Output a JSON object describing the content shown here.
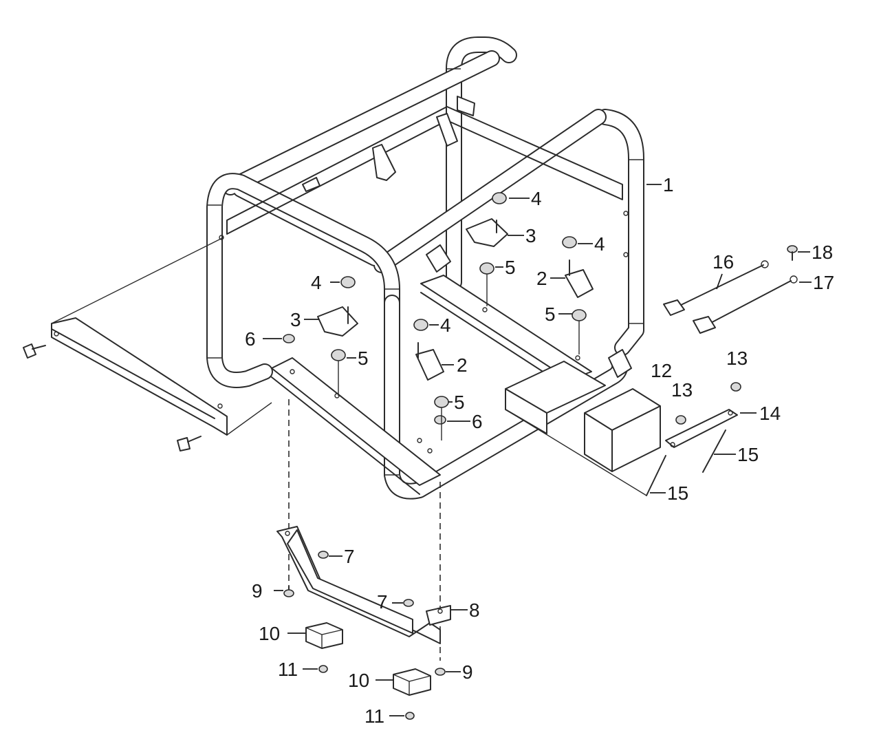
{
  "callouts": [
    {
      "id": "c1",
      "text": "1"
    },
    {
      "id": "c2a",
      "text": "2"
    },
    {
      "id": "c2b",
      "text": "2"
    },
    {
      "id": "c3a",
      "text": "3"
    },
    {
      "id": "c3b",
      "text": "3"
    },
    {
      "id": "c4a",
      "text": "4"
    },
    {
      "id": "c4b",
      "text": "4"
    },
    {
      "id": "c4c",
      "text": "4"
    },
    {
      "id": "c4d",
      "text": "4"
    },
    {
      "id": "c5a",
      "text": "5"
    },
    {
      "id": "c5b",
      "text": "5"
    },
    {
      "id": "c5c",
      "text": "5"
    },
    {
      "id": "c5d",
      "text": "5"
    },
    {
      "id": "c6a",
      "text": "6"
    },
    {
      "id": "c6b",
      "text": "6"
    },
    {
      "id": "c7a",
      "text": "7"
    },
    {
      "id": "c7b",
      "text": "7"
    },
    {
      "id": "c8",
      "text": "8"
    },
    {
      "id": "c9a",
      "text": "9"
    },
    {
      "id": "c9b",
      "text": "9"
    },
    {
      "id": "c10a",
      "text": "10"
    },
    {
      "id": "c10b",
      "text": "10"
    },
    {
      "id": "c11a",
      "text": "11"
    },
    {
      "id": "c11b",
      "text": "11"
    },
    {
      "id": "c12",
      "text": "12"
    },
    {
      "id": "c13a",
      "text": "13"
    },
    {
      "id": "c13b",
      "text": "13"
    },
    {
      "id": "c14",
      "text": "14"
    },
    {
      "id": "c15a",
      "text": "15"
    },
    {
      "id": "c15b",
      "text": "15"
    },
    {
      "id": "c16",
      "text": "16"
    },
    {
      "id": "c17",
      "text": "17"
    },
    {
      "id": "c18",
      "text": "18"
    }
  ]
}
